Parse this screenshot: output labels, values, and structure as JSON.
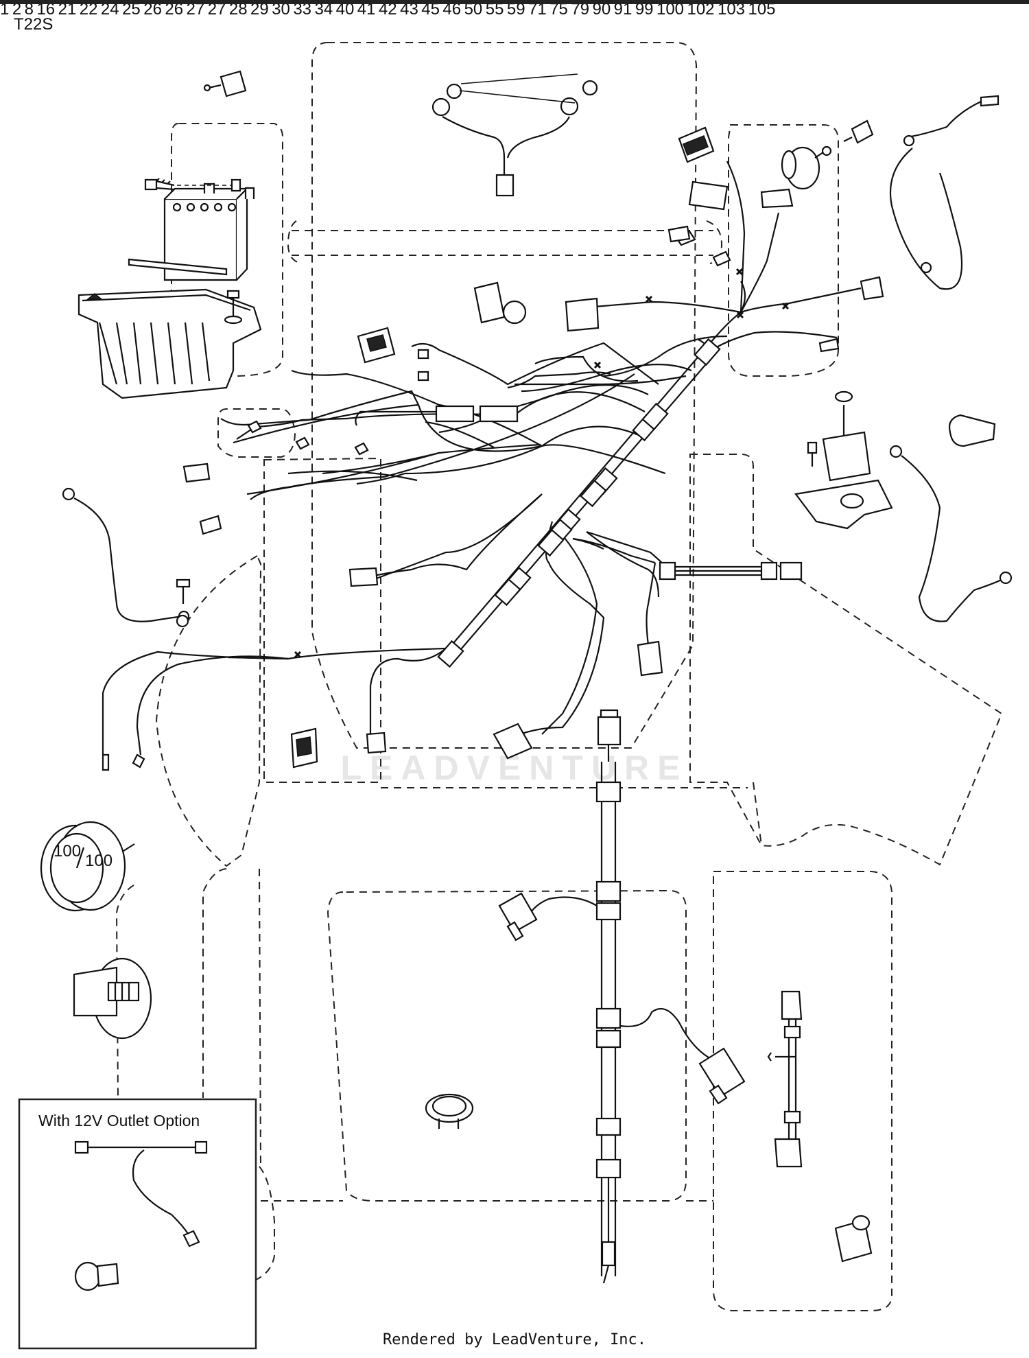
{
  "page": {
    "code": "T22S",
    "footer": "Rendered by LeadVenture, Inc.",
    "watermark": "LEADVENTURE"
  },
  "option_box": {
    "title": "With 12V Outlet Option"
  },
  "callouts": {
    "c1": "1",
    "c2": "2",
    "c8": "8",
    "c16": "16",
    "c21": "21",
    "c22": "22",
    "c24": "24",
    "c25": "25",
    "c26a": "26",
    "c26b": "26",
    "c27a": "27",
    "c27b": "27",
    "c28": "28",
    "c29": "29",
    "c30": "30",
    "c33": "33",
    "c34": "34",
    "c40": "40",
    "c41": "41",
    "c42": "42",
    "c43": "43",
    "c45": "45",
    "c46": "46",
    "c50": "50",
    "c55": "55",
    "c59": "59",
    "c71": "71",
    "c75": "75",
    "c79": "79",
    "c90": "90",
    "c91": "91",
    "c99": "99",
    "c100": "100",
    "c102": "102",
    "c103": "103",
    "c105": "105"
  },
  "gauge_face": {
    "left": "100",
    "right": "100"
  }
}
